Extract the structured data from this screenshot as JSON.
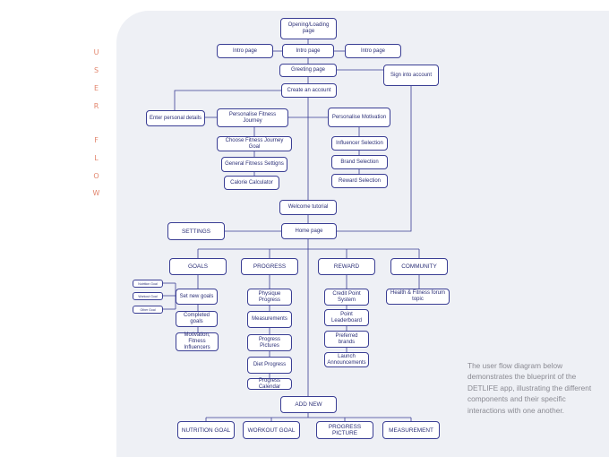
{
  "side_title": [
    "U",
    "S",
    "E",
    "R",
    "F",
    "L",
    "O",
    "W"
  ],
  "caption": "The user flow diagram below demonstrates the blueprint of the DETLIFE app, illustrating the different components and their specific interactions with one another.",
  "colors": {
    "accent": "#3a3e94",
    "title": "#e2856c",
    "panel": "#eef0f5"
  },
  "nodes": {
    "opening": "Opening/Loading page",
    "intro_left": "Intro page",
    "intro_mid": "Intro page",
    "intro_right": "Intro page",
    "greeting": "Greeting page",
    "sign_in": "Sign into account",
    "create_account": "Create an account",
    "enter_details": "Enter personal details",
    "personalise_journey": "Personalise Fitness Journey",
    "personalise_motivation": "Personalise Motivation",
    "journey_goal": "Choose Fitness Journey Goal",
    "general_settings": "General Fitness Settigns",
    "calorie_calc": "Calorie Calculator",
    "influencer_sel": "Influencer Selection",
    "brand_sel": "Brand Selection",
    "reward_sel": "Reward Selection",
    "welcome": "Welcome tutorial",
    "settings": "SETTINGS",
    "home": "Home page",
    "goals": "GOALS",
    "progress": "PROGRESS",
    "reward": "REWARD",
    "community": "COMMUNITY",
    "nutrition_goal_small": "Nutrition Goal",
    "workout_goal_small": "Workout Goal",
    "other_goal_small": "Other Goal",
    "set_new_goals": "Set new goals",
    "completed_goals": "Completed goals",
    "motivation_influencers": "Motivation, Fitness Influencers",
    "physique_progress": "Physique Progress",
    "measurements": "Measurements",
    "progress_pictures": "Progress Pictures",
    "diet_progress": "Diet Progress",
    "progress_calendar": "Progress Calendar",
    "credit_point": "Credit Point System",
    "point_leaderboard": "Point Leaderboard",
    "preferred_brands": "Preferred brands",
    "launch_announcements": "Launch Announcements",
    "health_forum": "Health & Fitness forum topic",
    "add_new": "ADD NEW",
    "nutrition_goal": "NUTRITION GOAL",
    "workout_goal": "WORKOUT GOAL",
    "progress_picture": "PROGRESS PICTURE",
    "measurement": "MEASUREMENT"
  }
}
